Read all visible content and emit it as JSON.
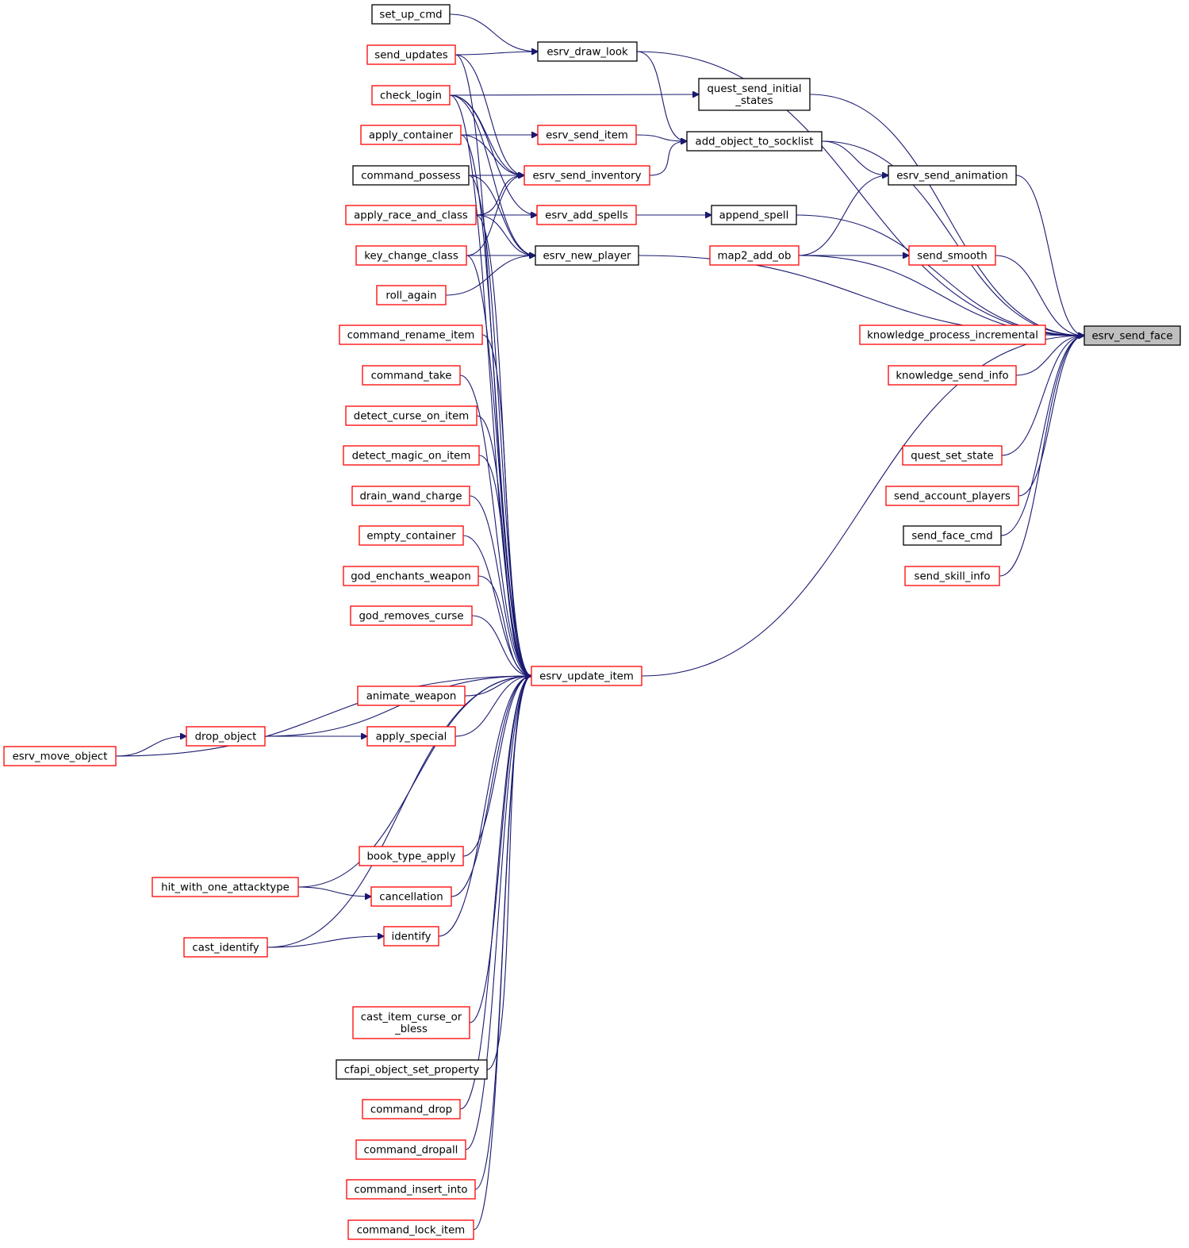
{
  "graph": {
    "nodes": [
      {
        "id": "esrv_send_face",
        "label": "esrv_send_face",
        "style": "current"
      },
      {
        "id": "esrv_draw_look",
        "label": "esrv_draw_look",
        "style": "black"
      },
      {
        "id": "set_up_cmd",
        "label": "set_up_cmd",
        "style": "black"
      },
      {
        "id": "send_updates",
        "label": "send_updates",
        "style": "red"
      },
      {
        "id": "check_login",
        "label": "check_login",
        "style": "red"
      },
      {
        "id": "apply_container",
        "label": "apply_container",
        "style": "red"
      },
      {
        "id": "command_possess",
        "label": "command_possess",
        "style": "black"
      },
      {
        "id": "apply_race_and_class",
        "label": "apply_race_and_class",
        "style": "red"
      },
      {
        "id": "key_change_class",
        "label": "key_change_class",
        "style": "red"
      },
      {
        "id": "roll_again",
        "label": "roll_again",
        "style": "red"
      },
      {
        "id": "quest_send_initial_states",
        "label": "quest_send_initial\n_states",
        "style": "black"
      },
      {
        "id": "esrv_send_item",
        "label": "esrv_send_item",
        "style": "red"
      },
      {
        "id": "add_object_to_socklist",
        "label": "add_object_to_socklist",
        "style": "black"
      },
      {
        "id": "esrv_send_inventory",
        "label": "esrv_send_inventory",
        "style": "red"
      },
      {
        "id": "esrv_send_animation",
        "label": "esrv_send_animation",
        "style": "black"
      },
      {
        "id": "esrv_add_spells",
        "label": "esrv_add_spells",
        "style": "red"
      },
      {
        "id": "append_spell",
        "label": "append_spell",
        "style": "black"
      },
      {
        "id": "esrv_new_player",
        "label": "esrv_new_player",
        "style": "black"
      },
      {
        "id": "map2_add_ob",
        "label": "map2_add_ob",
        "style": "red"
      },
      {
        "id": "send_smooth",
        "label": "send_smooth",
        "style": "red"
      },
      {
        "id": "knowledge_process_incremental",
        "label": "knowledge_process_incremental",
        "style": "red"
      },
      {
        "id": "knowledge_send_info",
        "label": "knowledge_send_info",
        "style": "red"
      },
      {
        "id": "quest_set_state",
        "label": "quest_set_state",
        "style": "red"
      },
      {
        "id": "send_account_players",
        "label": "send_account_players",
        "style": "red"
      },
      {
        "id": "send_face_cmd",
        "label": "send_face_cmd",
        "style": "black"
      },
      {
        "id": "send_skill_info",
        "label": "send_skill_info",
        "style": "red"
      },
      {
        "id": "esrv_update_item",
        "label": "esrv_update_item",
        "style": "red"
      },
      {
        "id": "command_rename_item",
        "label": "command_rename_item",
        "style": "red"
      },
      {
        "id": "command_take",
        "label": "command_take",
        "style": "red"
      },
      {
        "id": "detect_curse_on_item",
        "label": "detect_curse_on_item",
        "style": "red"
      },
      {
        "id": "detect_magic_on_item",
        "label": "detect_magic_on_item",
        "style": "red"
      },
      {
        "id": "drain_wand_charge",
        "label": "drain_wand_charge",
        "style": "red"
      },
      {
        "id": "empty_container",
        "label": "empty_container",
        "style": "red"
      },
      {
        "id": "god_enchants_weapon",
        "label": "god_enchants_weapon",
        "style": "red"
      },
      {
        "id": "god_removes_curse",
        "label": "god_removes_curse",
        "style": "red"
      },
      {
        "id": "animate_weapon",
        "label": "animate_weapon",
        "style": "red"
      },
      {
        "id": "drop_object",
        "label": "drop_object",
        "style": "red"
      },
      {
        "id": "apply_special",
        "label": "apply_special",
        "style": "red"
      },
      {
        "id": "esrv_move_object",
        "label": "esrv_move_object",
        "style": "red"
      },
      {
        "id": "book_type_apply",
        "label": "book_type_apply",
        "style": "red"
      },
      {
        "id": "hit_with_one_attacktype",
        "label": "hit_with_one_attacktype",
        "style": "red"
      },
      {
        "id": "cancellation",
        "label": "cancellation",
        "style": "red"
      },
      {
        "id": "identify",
        "label": "identify",
        "style": "red"
      },
      {
        "id": "cast_identify",
        "label": "cast_identify",
        "style": "red"
      },
      {
        "id": "cast_item_curse_or_bless",
        "label": "cast_item_curse_or\n_bless",
        "style": "red"
      },
      {
        "id": "cfapi_object_set_property",
        "label": "cfapi_object_set_property",
        "style": "black"
      },
      {
        "id": "command_drop",
        "label": "command_drop",
        "style": "red"
      },
      {
        "id": "command_dropall",
        "label": "command_dropall",
        "style": "red"
      },
      {
        "id": "command_insert_into",
        "label": "command_insert_into",
        "style": "red"
      },
      {
        "id": "command_lock_item",
        "label": "command_lock_item",
        "style": "red"
      }
    ],
    "edges": [
      [
        "esrv_draw_look",
        "esrv_send_face"
      ],
      [
        "set_up_cmd",
        "esrv_draw_look"
      ],
      [
        "send_updates",
        "esrv_draw_look"
      ],
      [
        "quest_send_initial_states",
        "esrv_send_face"
      ],
      [
        "check_login",
        "quest_send_initial_states"
      ],
      [
        "add_object_to_socklist",
        "esrv_send_face"
      ],
      [
        "esrv_draw_look",
        "add_object_to_socklist"
      ],
      [
        "esrv_send_item",
        "add_object_to_socklist"
      ],
      [
        "esrv_send_inventory",
        "add_object_to_socklist"
      ],
      [
        "apply_container",
        "esrv_send_item"
      ],
      [
        "send_updates",
        "esrv_send_inventory"
      ],
      [
        "check_login",
        "esrv_send_inventory"
      ],
      [
        "apply_container",
        "esrv_send_inventory"
      ],
      [
        "command_possess",
        "esrv_send_inventory"
      ],
      [
        "apply_race_and_class",
        "esrv_send_inventory"
      ],
      [
        "key_change_class",
        "esrv_send_inventory"
      ],
      [
        "esrv_send_animation",
        "esrv_send_face"
      ],
      [
        "add_object_to_socklist",
        "esrv_send_animation"
      ],
      [
        "map2_add_ob",
        "esrv_send_animation"
      ],
      [
        "append_spell",
        "esrv_send_face"
      ],
      [
        "esrv_add_spells",
        "append_spell"
      ],
      [
        "check_login",
        "esrv_add_spells"
      ],
      [
        "apply_race_and_class",
        "esrv_add_spells"
      ],
      [
        "esrv_new_player",
        "esrv_send_face"
      ],
      [
        "check_login",
        "esrv_new_player"
      ],
      [
        "command_possess",
        "esrv_new_player"
      ],
      [
        "apply_race_and_class",
        "esrv_new_player"
      ],
      [
        "key_change_class",
        "esrv_new_player"
      ],
      [
        "roll_again",
        "esrv_new_player"
      ],
      [
        "map2_add_ob",
        "esrv_send_face"
      ],
      [
        "send_smooth",
        "esrv_send_face"
      ],
      [
        "map2_add_ob",
        "send_smooth"
      ],
      [
        "knowledge_process_incremental",
        "esrv_send_face"
      ],
      [
        "knowledge_send_info",
        "esrv_send_face"
      ],
      [
        "quest_set_state",
        "esrv_send_face"
      ],
      [
        "send_account_players",
        "esrv_send_face"
      ],
      [
        "send_face_cmd",
        "esrv_send_face"
      ],
      [
        "send_skill_info",
        "esrv_send_face"
      ],
      [
        "esrv_update_item",
        "esrv_send_face"
      ],
      [
        "send_updates",
        "esrv_update_item"
      ],
      [
        "check_login",
        "esrv_update_item"
      ],
      [
        "apply_container",
        "esrv_update_item"
      ],
      [
        "command_possess",
        "esrv_update_item"
      ],
      [
        "apply_race_and_class",
        "esrv_update_item"
      ],
      [
        "key_change_class",
        "esrv_update_item"
      ],
      [
        "command_rename_item",
        "esrv_update_item"
      ],
      [
        "command_take",
        "esrv_update_item"
      ],
      [
        "detect_curse_on_item",
        "esrv_update_item"
      ],
      [
        "detect_magic_on_item",
        "esrv_update_item"
      ],
      [
        "drain_wand_charge",
        "esrv_update_item"
      ],
      [
        "empty_container",
        "esrv_update_item"
      ],
      [
        "god_enchants_weapon",
        "esrv_update_item"
      ],
      [
        "god_removes_curse",
        "esrv_update_item"
      ],
      [
        "animate_weapon",
        "esrv_update_item"
      ],
      [
        "drop_object",
        "esrv_update_item"
      ],
      [
        "apply_special",
        "esrv_update_item"
      ],
      [
        "drop_object",
        "apply_special"
      ],
      [
        "esrv_move_object",
        "drop_object"
      ],
      [
        "esrv_move_object",
        "esrv_update_item"
      ],
      [
        "book_type_apply",
        "esrv_update_item"
      ],
      [
        "hit_with_one_attacktype",
        "esrv_update_item"
      ],
      [
        "cancellation",
        "esrv_update_item"
      ],
      [
        "hit_with_one_attacktype",
        "cancellation"
      ],
      [
        "identify",
        "esrv_update_item"
      ],
      [
        "cast_identify",
        "identify"
      ],
      [
        "cast_identify",
        "esrv_update_item"
      ],
      [
        "cast_item_curse_or_bless",
        "esrv_update_item"
      ],
      [
        "cfapi_object_set_property",
        "esrv_update_item"
      ],
      [
        "command_drop",
        "esrv_update_item"
      ],
      [
        "command_dropall",
        "esrv_update_item"
      ],
      [
        "command_insert_into",
        "esrv_update_item"
      ],
      [
        "command_lock_item",
        "esrv_update_item"
      ]
    ]
  }
}
